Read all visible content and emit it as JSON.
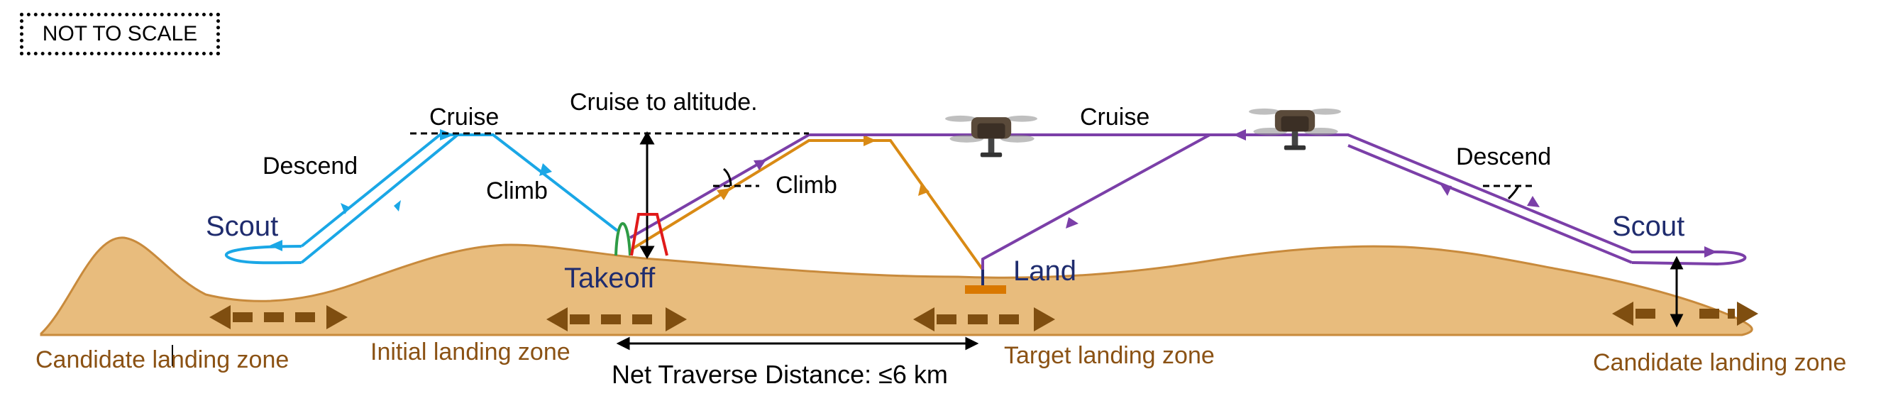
{
  "scale_note": "NOT TO SCALE",
  "colors": {
    "terrain_fill": "#E8BC7D",
    "terrain_stroke": "#C88A3C",
    "scout_blue": "#1AA7E6",
    "orange_path": "#D98A14",
    "purple_path": "#7B3FA8",
    "arrow_brown": "#7F4E10",
    "zone_text": "#8B5214",
    "navy_text": "#1F2C6E",
    "landing_pad": "#D97800",
    "red_marker": "#E01A1A",
    "green_marker": "#2E9B45"
  },
  "labels": {
    "cruise_left": "Cruise",
    "descend_left": "Descend",
    "climb_left": "Climb",
    "scout_left": "Scout",
    "cruise_to_altitude": "Cruise to altitude.",
    "climb_right": "Climb",
    "takeoff": "Takeoff",
    "cruise_right": "Cruise",
    "land": "Land",
    "descend_right": "Descend",
    "scout_right": "Scout",
    "net_traverse": "Net Traverse Distance: ≤6 km"
  },
  "zones": {
    "candidate_left": "Candidate landing zone",
    "initial": "Initial landing zone",
    "target": "Target landing zone",
    "candidate_right": "Candidate landing zone"
  },
  "icons": [
    "helicopter-icon"
  ]
}
